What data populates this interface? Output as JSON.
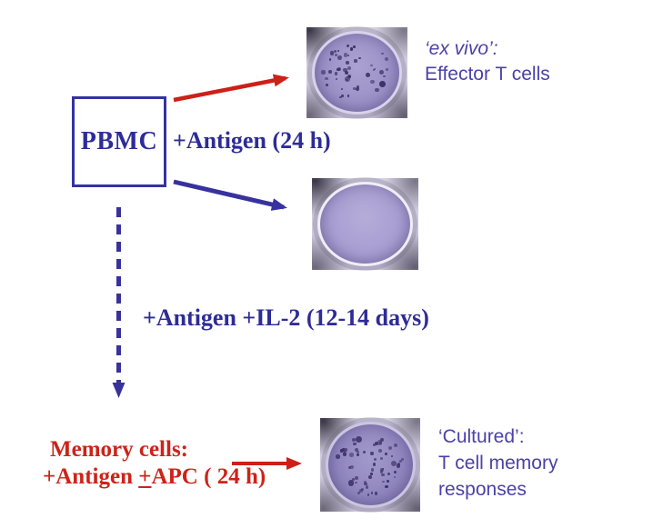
{
  "colors": {
    "blue_serif": "#2e2c96",
    "blue_sans": "#4a42a8",
    "red": "#cd2318",
    "box_border": "#3432a2",
    "arrow_red": "#cc2018",
    "arrow_blue": "#38329e",
    "spot": "#3c3268"
  },
  "nodes": {
    "pbmc": "PBMC"
  },
  "labels": {
    "antigen_24h": "+Antigen (24 h)",
    "antigen_il2": "+Antigen +IL-2 (12-14 days)"
  },
  "memory": {
    "line1": "Memory cells:",
    "line2_prefix": "+Antigen ",
    "line2_plusminus": "+",
    "line2_suffix": "APC ( 24 h)"
  },
  "outcomes": {
    "ex_vivo": {
      "title": "‘ex vivo’:",
      "line1": "Effector T cells"
    },
    "cultured": {
      "title": "‘Cultured’:",
      "line1": "T cell memory",
      "line2": "responses"
    }
  },
  "wells": [
    {
      "name": "ex-vivo-elispot-well",
      "spot_count": 48,
      "interior": "#9c92c8",
      "ring": "#d8d2ec"
    },
    {
      "name": "control-well-no-spots",
      "spot_count": 0,
      "interior": "#a89ed2",
      "ring": "#f0edf8"
    },
    {
      "name": "cultured-elispot-well",
      "spot_count": 60,
      "interior": "#9187c0",
      "ring": "#ccc5e2"
    }
  ]
}
